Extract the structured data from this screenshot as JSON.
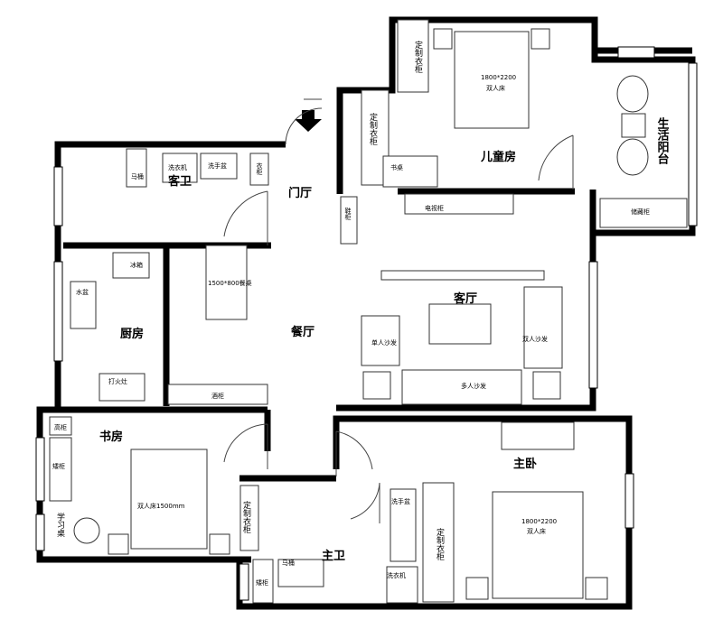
{
  "rooms": {
    "kids_room": "儿童房",
    "balcony": "生活阳台",
    "guest_bath": "客卫",
    "foyer": "门厅",
    "kitchen": "厨房",
    "dining": "餐厅",
    "living": "客厅",
    "study": "书房",
    "master_bath": "主卫",
    "master_bedroom": "主卧"
  },
  "furniture": {
    "kids_wardrobe_1": "定制衣柜",
    "kids_wardrobe_2": "定制衣柜",
    "kids_bed_size": "1800*2200",
    "kids_bed": "双人床",
    "desk": "书桌",
    "tv_cabinet": "电视柜",
    "storage_cabinet": "储藏柜",
    "shoe_cabinet": "鞋柜",
    "guest_toilet": "马桶",
    "guest_washer": "洗衣机",
    "guest_basin": "洗手盆",
    "guest_closet": "衣柜",
    "fridge": "冰箱",
    "sink": "水盆",
    "stove": "打火灶",
    "dining_table": "1500*800餐桌",
    "wine_cabinet": "酒柜",
    "single_sofa": "单人沙发",
    "double_sofa": "双人沙发",
    "multi_sofa": "多人沙发",
    "tall_cabinet": "高柜",
    "low_cabinet": "矮柜",
    "study_desk": "学习桌",
    "study_bed": "双人床1500mm",
    "mb_wardrobe_1": "定制衣柜",
    "mb_toilet": "马桶",
    "mb_low_cabinet": "矮柜",
    "mb_basin": "洗手盆",
    "mb_washer": "洗衣机",
    "mb_wardrobe_2": "定制衣柜",
    "master_bed_size": "1800*2200",
    "master_bed": "双人床"
  }
}
